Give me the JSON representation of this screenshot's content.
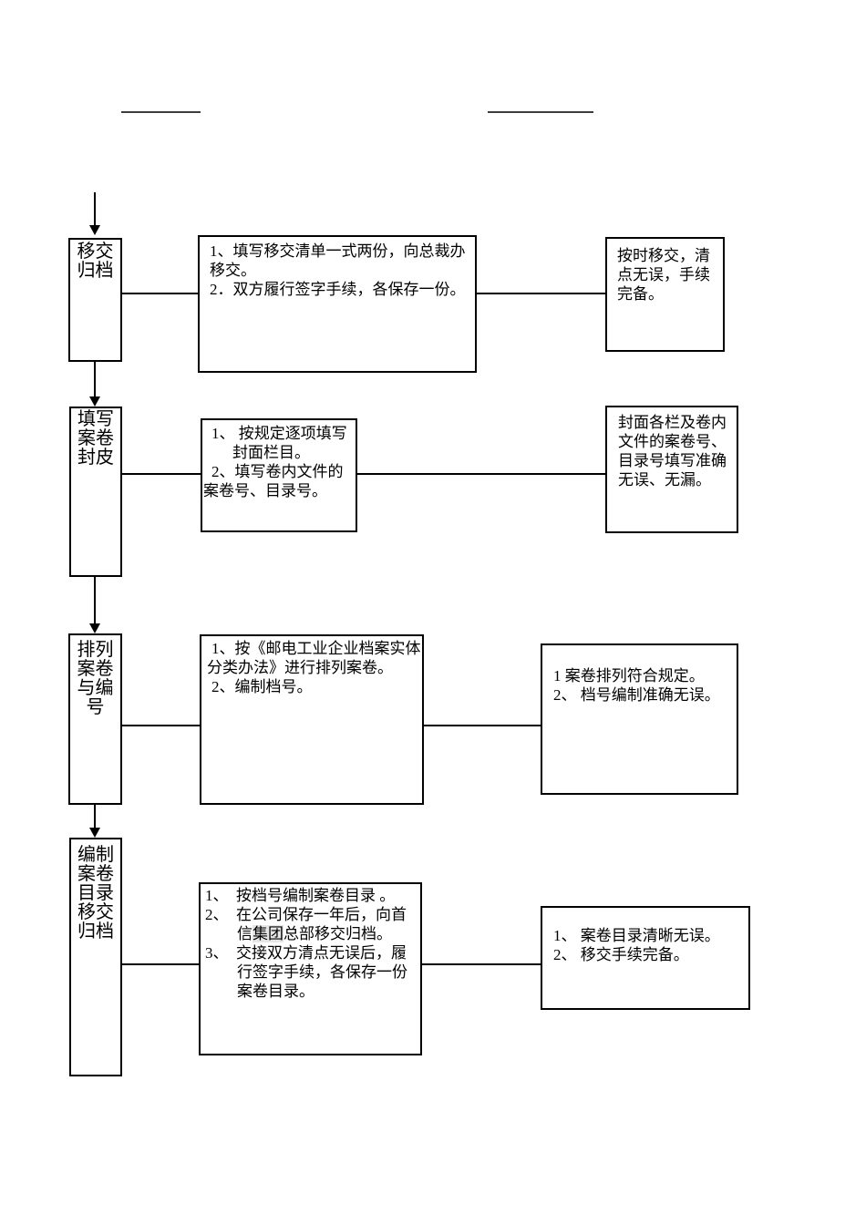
{
  "flow": {
    "rows": [
      {
        "stage": {
          "lines": [
            "移交",
            "归档"
          ]
        },
        "task": {
          "lines": [
            "1、填写移交清单一式两份，向总裁办",
            "移交。",
            "2．双方履行签字手续，各保存一份。"
          ]
        },
        "standard": {
          "lines": [
            "按时移交，清",
            "点无误，手续",
            "完备。"
          ]
        }
      },
      {
        "stage": {
          "lines": [
            "填写",
            "案卷",
            "封皮"
          ]
        },
        "task": {
          "lines": [
            "1、 按规定逐项填写",
            "封面栏目。",
            "2、填写卷内文件的",
            "案卷号、目录号。"
          ]
        },
        "standard": {
          "lines": [
            "封面各栏及卷内",
            "文件的案卷号、",
            "目录号填写准确",
            "无误、无漏。"
          ]
        }
      },
      {
        "stage": {
          "lines": [
            "排列",
            "案卷",
            "与编",
            "号"
          ]
        },
        "task": {
          "lines": [
            "1、按《邮电工业企业档案实体",
            "分类办法》进行排列案卷。",
            "2、编制档号。"
          ]
        },
        "standard": {
          "lines": [
            "1 案卷排列符合规定。",
            "2、 档号编制准确无误。"
          ]
        }
      },
      {
        "stage": {
          "lines": [
            "编制",
            "案卷",
            "目录",
            "移交",
            "归档"
          ]
        },
        "task": {
          "lines": [
            "1、  按档号编制案卷目录 。",
            "2、  在公司保存一年后，向首",
            {
              "pre": "信",
              "hl": "集团",
              "post": "总部移交归档。"
            },
            "3、  交接双方清点无误后，履",
            "行签字手续，各保存一份",
            "案卷目录。"
          ]
        },
        "standard": {
          "lines": [
            "1、 案卷目录清晰无误。",
            "2、 移交手续完备。"
          ]
        }
      }
    ]
  }
}
